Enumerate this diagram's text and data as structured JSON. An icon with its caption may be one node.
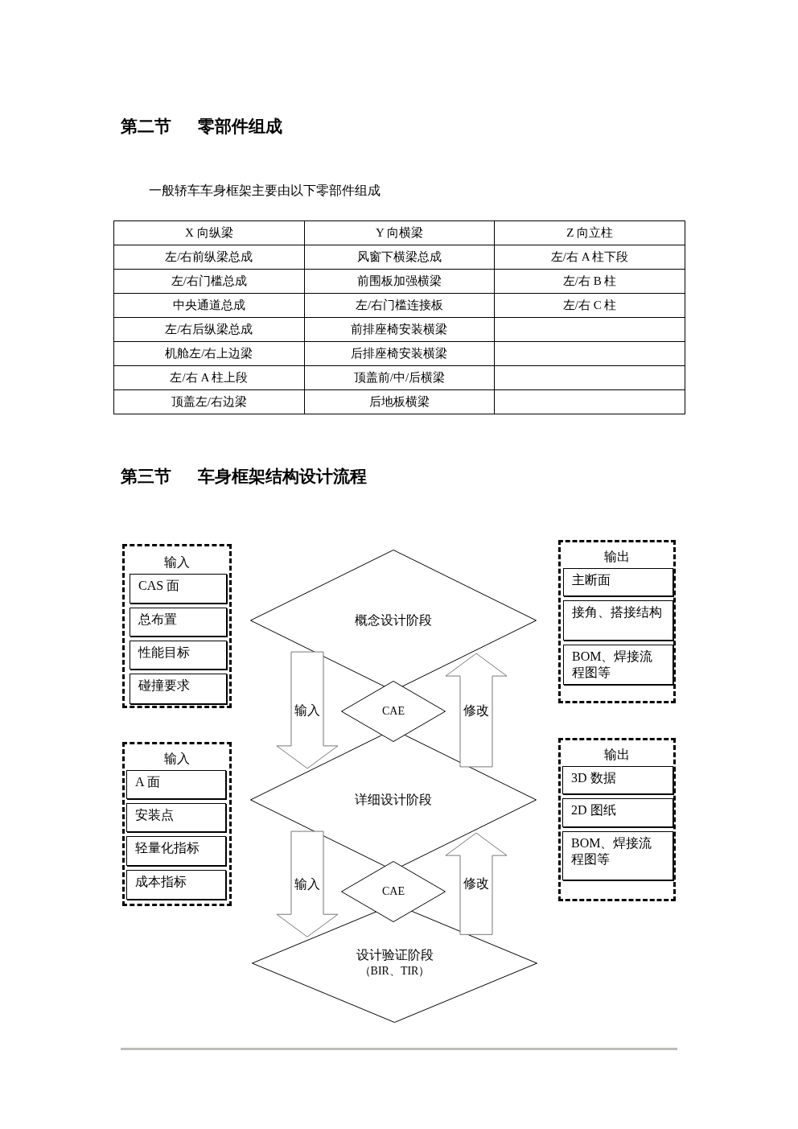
{
  "diagram": {
    "nodes": [
      {
        "text": [
          "输入"
        ]
      },
      {
        "text": [
          "CAS 面"
        ],
        "in": 0
      },
      {
        "text": [
          "总布置"
        ],
        "in": 0
      },
      {
        "text": [
          "性能目标"
        ],
        "in": 0
      },
      {
        "text": [
          "碰撞要求"
        ],
        "in": 0
      },
      {
        "text": [
          "概念设计阶段"
        ]
      },
      {
        "text": [
          "输出"
        ]
      },
      {
        "text": [
          "主断面"
        ],
        "in": 6
      },
      {
        "text": [
          "接角、搭接结构"
        ],
        "in": 6
      },
      {
        "text": [
          "BOM、焊接流程图等"
        ],
        "in": 6
      },
      {
        "text": [
          "CAE"
        ]
      },
      {
        "text": [
          "输入"
        ]
      },
      {
        "text": [
          "A 面"
        ],
        "in": 11
      },
      {
        "text": [
          "安装点"
        ],
        "in": 11
      },
      {
        "text": [
          "轻量化指标"
        ],
        "in": 11
      },
      {
        "text": [
          "成本指标"
        ],
        "in": 11
      },
      {
        "text": [
          "详细设计阶段"
        ]
      },
      {
        "text": [
          "输出"
        ]
      },
      {
        "text": [
          "3D 数据"
        ],
        "in": 17
      },
      {
        "text": [
          "2D 图纸"
        ],
        "in": 17
      },
      {
        "text": [
          "BOM、焊接流程图等"
        ],
        "in": 17
      },
      {
        "text": [
          "CAE"
        ]
      },
      {
        "text": [
          "设计验证阶段",
          "（BIR、TIR）"
        ]
      }
    ],
    "edges": [
      {
        "from": 5,
        "to": 16,
        "arrow": "to",
        "label": "输入"
      },
      {
        "from": 16,
        "to": 5,
        "arrow": "to",
        "label": "修改"
      },
      {
        "from": 16,
        "to": 22,
        "arrow": "to",
        "label": "输入"
      },
      {
        "from": 22,
        "to": 16,
        "arrow": "to",
        "label": "修改"
      }
    ],
    "labels": [
      "第二节 零部件组成",
      "一般轿车车身框架主要由以下零部件组成",
      "X 向纵梁",
      "Y 向横梁",
      "Z 向立柱",
      "左/右前纵梁总成",
      "风窗下横梁总成",
      "左/右 A 柱下段",
      "左/右门槛总成",
      "前围板加强横梁",
      "左/右 B 柱",
      "中央通道总成",
      "左/右门槛连接板",
      "左/右 C 柱",
      "左/右后纵梁总成",
      "前排座椅安装横梁",
      "机舱左/右上边梁",
      "后排座椅安装横梁",
      "左/右 A 柱上段",
      "顶盖前/中/后横梁",
      "顶盖左/右边梁",
      "后地板横梁",
      "第三节 车身框架结构设计流程"
    ]
  }
}
